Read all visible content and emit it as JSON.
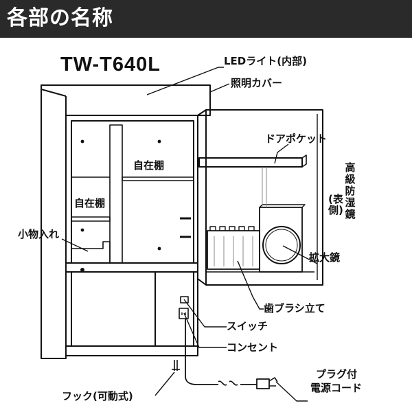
{
  "header": {
    "title": "各部の名称"
  },
  "model_name": "TW-T640L",
  "labels": {
    "led_light": "LEDライト(内部)",
    "light_cover": "照明カバー",
    "door_pocket": "ドアポケット",
    "shelf_upper": "自在棚",
    "shelf_lower": "自在棚",
    "small_tray": "小物入れ",
    "magnifier": "拡大鏡",
    "mirror_side": "高級防湿鏡",
    "mirror_side_note": "(表側)",
    "toothbrush_stand": "歯ブラシ立て",
    "switch": "スイッチ",
    "outlet": "コンセント",
    "hook": "フック(可動式)",
    "power_cord_line1": "プラグ付",
    "power_cord_line2": "電源コード"
  },
  "colors": {
    "header_bg": "#2a2a2a",
    "header_text": "#ffffff",
    "line": "#111111"
  }
}
